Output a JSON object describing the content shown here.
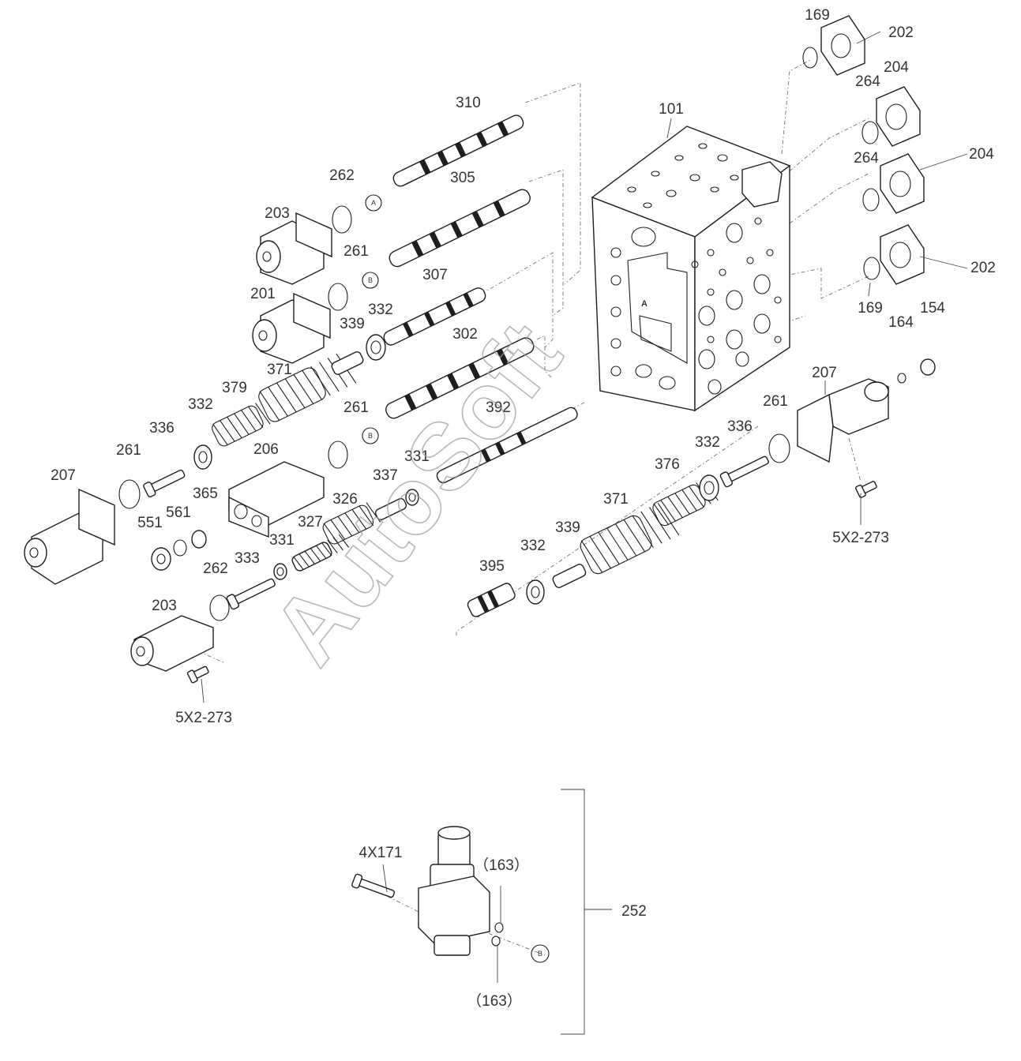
{
  "body_face_letter": "A",
  "watermark": "AutoSoft",
  "markers": [
    {
      "text": "A"
    },
    {
      "text": "B"
    },
    {
      "text": "B"
    },
    {
      "text": "B"
    }
  ],
  "labels": [
    {
      "text": "310"
    },
    {
      "text": "262"
    },
    {
      "text": "305"
    },
    {
      "text": "203"
    },
    {
      "text": "261"
    },
    {
      "text": "307"
    },
    {
      "text": "201"
    },
    {
      "text": "332"
    },
    {
      "text": "339"
    },
    {
      "text": "302"
    },
    {
      "text": "371"
    },
    {
      "text": "379"
    },
    {
      "text": "332"
    },
    {
      "text": "261"
    },
    {
      "text": "392"
    },
    {
      "text": "336"
    },
    {
      "text": "206"
    },
    {
      "text": "261"
    },
    {
      "text": "331"
    },
    {
      "text": "337"
    },
    {
      "text": "207"
    },
    {
      "text": "365"
    },
    {
      "text": "326"
    },
    {
      "text": "561"
    },
    {
      "text": "551"
    },
    {
      "text": "327"
    },
    {
      "text": "331"
    },
    {
      "text": "333"
    },
    {
      "text": "262"
    },
    {
      "text": "203"
    },
    {
      "text": "5X2-273"
    },
    {
      "text": "371"
    },
    {
      "text": "339"
    },
    {
      "text": "332"
    },
    {
      "text": "395"
    },
    {
      "text": "376"
    },
    {
      "text": "332"
    },
    {
      "text": "336"
    },
    {
      "text": "261"
    },
    {
      "text": "207"
    },
    {
      "text": "5X2-273"
    },
    {
      "text": "101"
    },
    {
      "text": "169"
    },
    {
      "text": "202"
    },
    {
      "text": "264"
    },
    {
      "text": "204"
    },
    {
      "text": "264"
    },
    {
      "text": "204"
    },
    {
      "text": "202"
    },
    {
      "text": "169"
    },
    {
      "text": "164"
    },
    {
      "text": "154"
    },
    {
      "text": "4X171"
    },
    {
      "text": "（163）"
    },
    {
      "text": "（163）"
    },
    {
      "text": "252"
    }
  ]
}
